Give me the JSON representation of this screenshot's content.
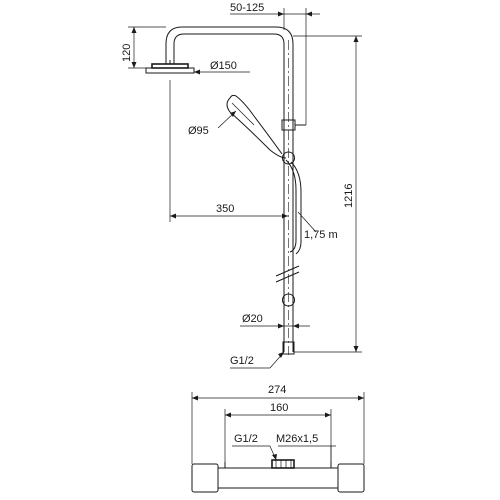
{
  "dimensions": {
    "arm_offset": "50-125",
    "head_height": "120",
    "head_diameter": "Ø150",
    "hand_shower_diameter": "Ø95",
    "total_height": "1216",
    "arm_reach": "350",
    "hose_length": "1,75 m",
    "rail_diameter": "Ø20",
    "inlet_thread": "G1/2",
    "mixer_width": "274",
    "connection_spacing": "160",
    "mixer_inlet_thread": "G1/2",
    "mixer_outlet_thread": "M26x1,5"
  }
}
